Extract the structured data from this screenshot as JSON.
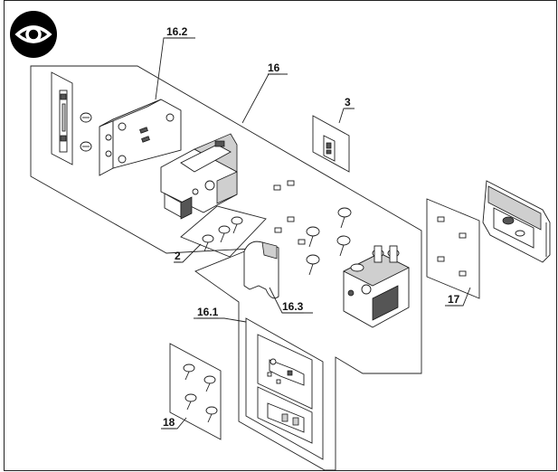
{
  "view_button": {
    "icon": "eye-icon",
    "bg_color": "#000000",
    "fg_color": "#ffffff"
  },
  "callouts": {
    "c16_2": "16.2",
    "c16": "16",
    "c3": "3",
    "c2": "2",
    "c16_3": "16.3",
    "c16_1": "16.1",
    "c17": "17",
    "c18": "18"
  },
  "colors": {
    "line": "#222222",
    "frame_border": "#000000"
  }
}
